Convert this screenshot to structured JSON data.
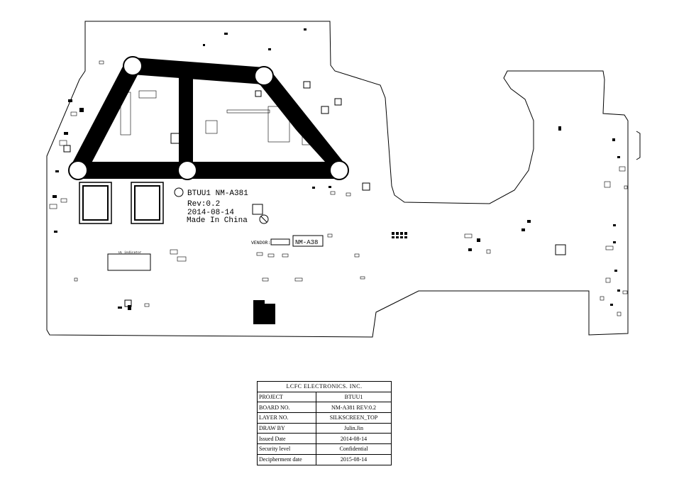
{
  "board_marking": {
    "project_line": "BTUU1 NM-A381",
    "rev_line": "Rev:0.2",
    "date_line": "2014-08-14",
    "origin_line": "Made In China"
  },
  "vendor": {
    "label": "VENDOR:",
    "model_box": "NM-A38"
  },
  "ul_indicator": "UL indicator",
  "title_block": {
    "company": "LCFC ELECTRONICS. INC.",
    "rows": [
      {
        "key": "PROJECT",
        "value": "BTUU1"
      },
      {
        "key": "BOARD NO.",
        "value": "NM-A381   REV:0.2"
      },
      {
        "key": "LAYER NO.",
        "value": "SILKSCREEN_TOP"
      },
      {
        "key": "DRAW BY",
        "value": "Julin.Jin"
      },
      {
        "key": "Issued  Date",
        "value": "2014-08-14"
      },
      {
        "key": "Security level",
        "value": "Confidential"
      },
      {
        "key": "Decipherment date",
        "value": "2015-08-14"
      }
    ]
  },
  "colors": {
    "outline": "#000000",
    "background": "#ffffff",
    "bracket": "#000000"
  }
}
